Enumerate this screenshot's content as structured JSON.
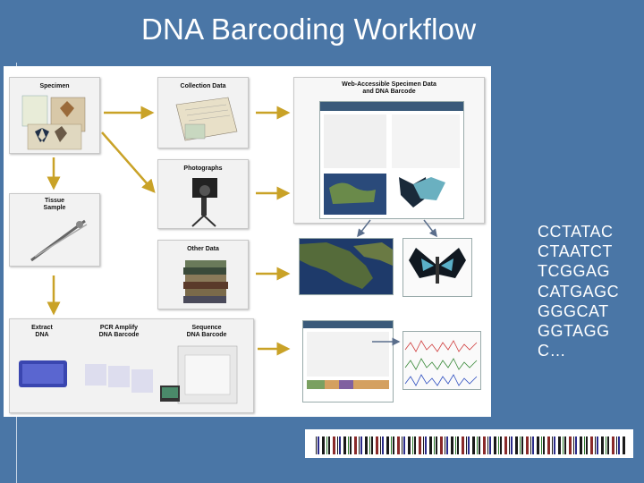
{
  "slide": {
    "title": "DNA Barcoding Workflow",
    "sequence_lines": [
      "CCTATAC",
      "CTAATCT",
      "TCGGAG",
      "CATGAGC",
      "GGGCAT",
      "GGTAGG",
      "C…"
    ]
  },
  "workflow": {
    "specimen_label": "Specimen",
    "collection_label": "Collection Data",
    "photographs_label": "Photographs",
    "tissue_label": "Tissue\nSample",
    "other_data_label": "Other Data",
    "extract_label": "Extract\nDNA",
    "pcr_label": "PCR Amplify\nDNA Barcode",
    "sequence_label": "Sequence\nDNA Barcode",
    "web_label": "Web-Accessible Specimen Data\nand DNA Barcode"
  },
  "colors": {
    "background": "#4a76a6",
    "arrow": "#c9a227",
    "map_arrow": "#5a6e8c"
  }
}
